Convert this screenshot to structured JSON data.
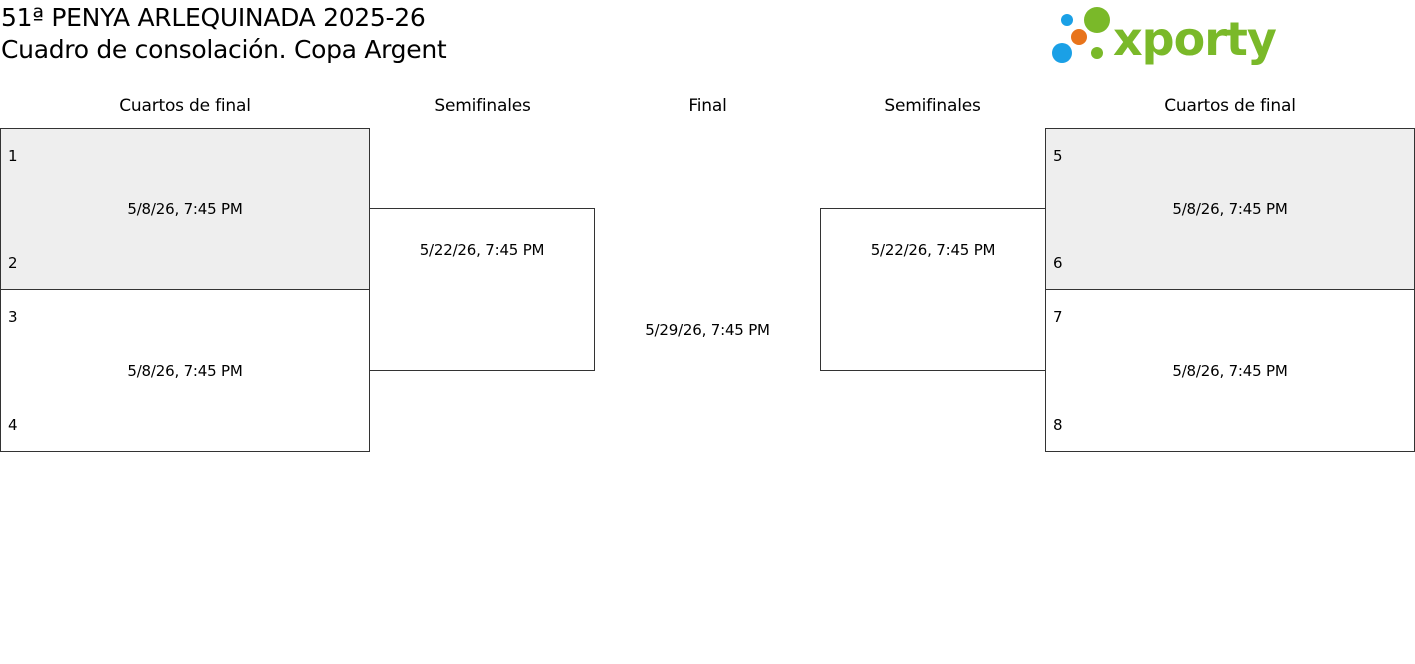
{
  "header": {
    "title_line1": "51ª PENYA ARLEQUINADA 2025-26",
    "title_line2": "Cuadro de consolación. Copa Argent",
    "logo_text": "xporty",
    "logo_icon": "colored-dots-icon",
    "colors": {
      "logo_green": "#7ab929",
      "dot_blue": "#1aa0e6",
      "dot_orange": "#e8741b"
    }
  },
  "rounds": {
    "left_quarter": "Cuartos de final",
    "left_semi": "Semifinales",
    "final": "Final",
    "right_semi": "Semifinales",
    "right_quarter": "Cuartos de final"
  },
  "matches": {
    "qf1": {
      "top_seed": "1",
      "bottom_seed": "2",
      "date": "5/8/26, 7:45 PM"
    },
    "qf2": {
      "top_seed": "3",
      "bottom_seed": "4",
      "date": "5/8/26, 7:45 PM"
    },
    "qf3": {
      "top_seed": "5",
      "bottom_seed": "6",
      "date": "5/8/26, 7:45 PM"
    },
    "qf4": {
      "top_seed": "7",
      "bottom_seed": "8",
      "date": "5/8/26, 7:45 PM"
    },
    "sf_left": {
      "date": "5/22/26, 7:45 PM"
    },
    "sf_right": {
      "date": "5/22/26, 7:45 PM"
    },
    "final": {
      "date": "5/29/26, 7:45 PM"
    }
  }
}
